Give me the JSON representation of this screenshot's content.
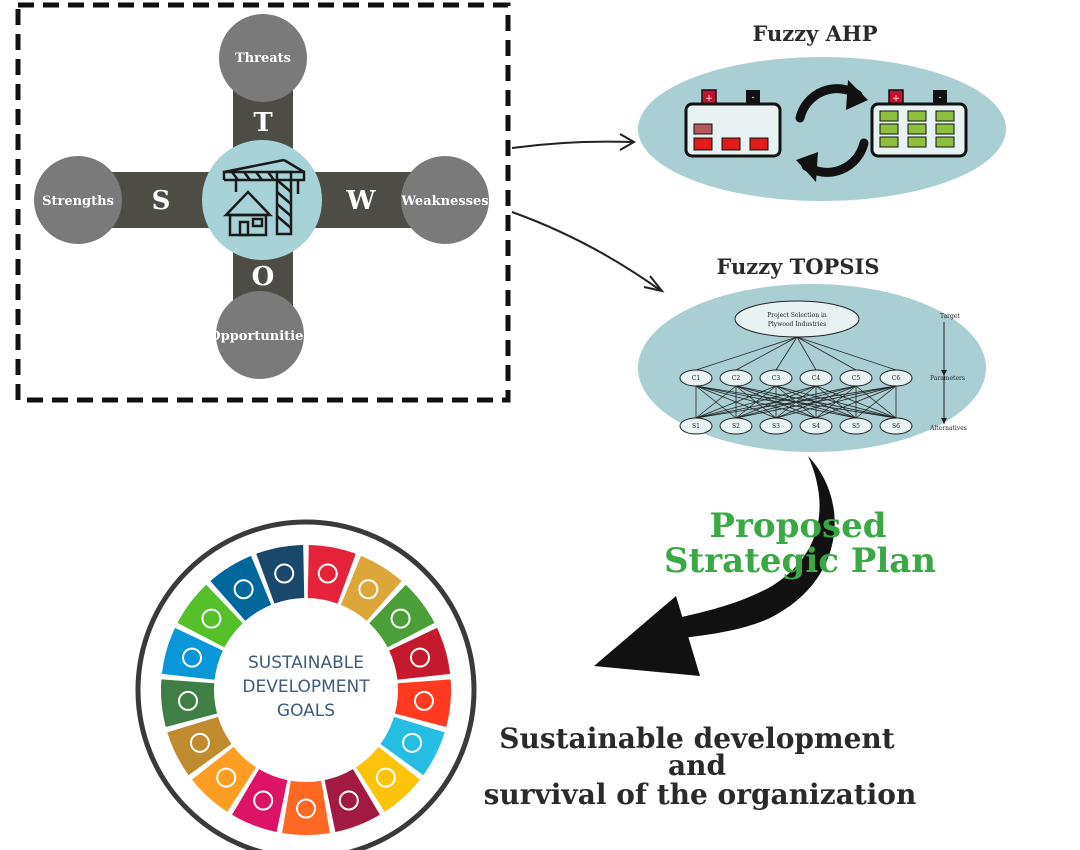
{
  "swot": {
    "threats": "Threats",
    "strengths": "Strengths",
    "weaknesses": "Weaknesses",
    "opportunities": "Opportunities",
    "letter_t": "T",
    "letter_s": "S",
    "letter_w": "W",
    "letter_o": "O"
  },
  "ahp": {
    "title": "Fuzzy AHP",
    "plus": "+",
    "minus": "-"
  },
  "topsis": {
    "title": "Fuzzy TOPSIS",
    "goal_line1": "Project Selection in",
    "goal_line2": "Plywood Industries",
    "target": "Target",
    "parameters": "Parameters",
    "alternatives": "Alternatives",
    "criteria": [
      "C1",
      "C2",
      "C3",
      "C4",
      "C5",
      "C6"
    ],
    "alternatives_nodes": [
      "S1",
      "S2",
      "S3",
      "S4",
      "S5",
      "S6"
    ]
  },
  "plan": {
    "line1": "Proposed",
    "line2": "Strategic Plan"
  },
  "sdg": {
    "line1": "SUSTAINABLE",
    "line2": "DEVELOPMENT",
    "line3": "GOALS",
    "colors": [
      "#e5243b",
      "#dda63a",
      "#4c9f38",
      "#c5192d",
      "#ff3a21",
      "#26bde2",
      "#fcc30b",
      "#a21942",
      "#fd6925",
      "#dd1367",
      "#fd9d24",
      "#bf8b2e",
      "#3f7e44",
      "#0a97d9",
      "#56c02b",
      "#00689d",
      "#19486a"
    ]
  },
  "outcome": {
    "line1": "Sustainable development",
    "line2": "and",
    "line3": "survival of the organization"
  },
  "colors": {
    "swot_circle": "#7a7a7a",
    "swot_bar": "#4d4d45",
    "center_circle": "#a6d2d8",
    "ellipse": "#a9cfd4",
    "plan_green": "#3aa845"
  }
}
